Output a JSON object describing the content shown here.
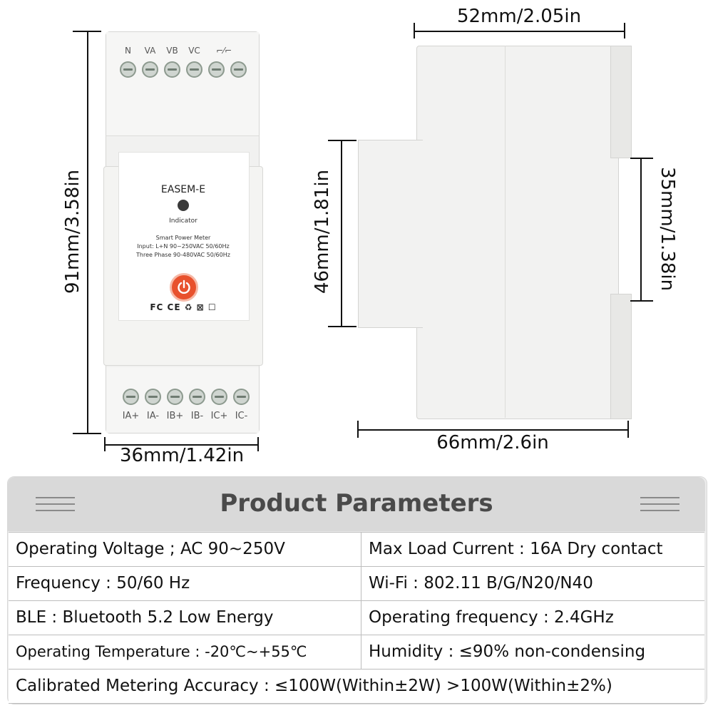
{
  "device": {
    "top_terminal_labels": [
      "N",
      "VA",
      "VB",
      "VC",
      "⌐⁄⌐"
    ],
    "bottom_terminal_labels": [
      "IA+",
      "IA-",
      "IB+",
      "IB-",
      "IC+",
      "IC-"
    ],
    "model": "EASEM-E",
    "indicator_label": "Indicator",
    "spec_line1": "Smart Power Meter",
    "spec_line2": "Input: L+N 90~250VAC 50/60Hz",
    "spec_line3": "Three Phase 90-480VAC 50/60Hz",
    "cert_marks": "FC CE ♻ ⊠ ☐",
    "led_color": "#3a3a3a",
    "button_color": "#e8512d"
  },
  "dimensions": {
    "height": "91mm/3.58in",
    "width_front": "36mm/1.42in",
    "width_side_top": "52mm/2.05in",
    "width_side_bottom": "66mm/2.6in",
    "side_height": "46mm/1.81in",
    "rail_height": "35mm/1.38in"
  },
  "parameters": {
    "title": "Product Parameters",
    "rows": [
      {
        "left": "Operating Voltage ; AC 90~250V",
        "right": "Max Load Current : 16A Dry contact"
      },
      {
        "left": "Frequency : 50/60 Hz",
        "right": "Wi-Fi : 802.11 B/G/N20/N40"
      },
      {
        "left": "BLE : Bluetooth 5.2 Low Energy",
        "right": "Operating frequency : 2.4GHz"
      },
      {
        "left": "Operating Temperature : -20℃~+55℃",
        "right": "Humidity : ≤90% non-condensing"
      }
    ],
    "last_row": "Calibrated Metering Accuracy : ≤100W(Within±2W)  >100W(Within±2%)"
  }
}
